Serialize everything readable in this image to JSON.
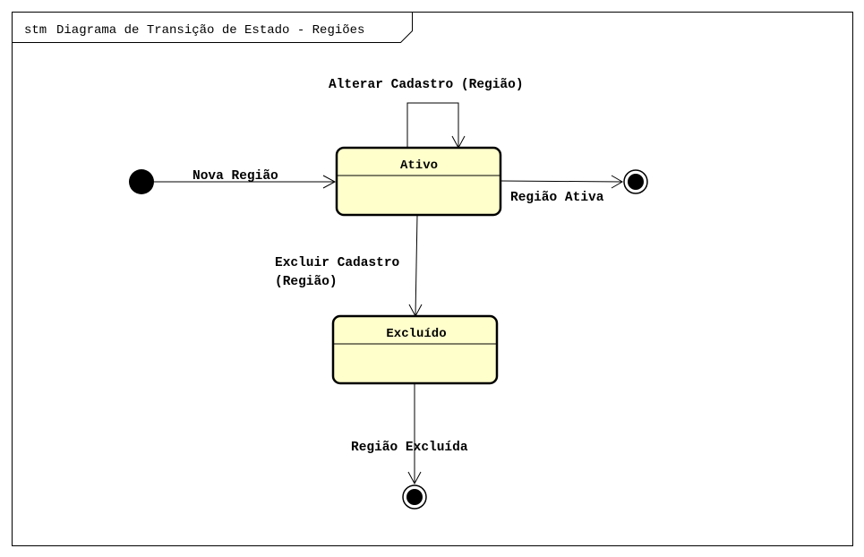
{
  "diagram": {
    "kind_prefix": "stm",
    "title": "Diagrama de Transição de Estado - Regiões",
    "state_fill": "#ffffcc",
    "line_color": "#000000"
  },
  "states": {
    "ativo": {
      "name": "Ativo"
    },
    "excluido": {
      "name": "Excluído"
    }
  },
  "transitions": {
    "nova_regiao": "Nova Região",
    "alterar_cadastro": "Alterar Cadastro (Região)",
    "regiao_ativa": "Região Ativa",
    "excluir_cadastro_line1": "Excluir Cadastro",
    "excluir_cadastro_line2": "(Região)",
    "regiao_excluida": "Região Excluída"
  }
}
